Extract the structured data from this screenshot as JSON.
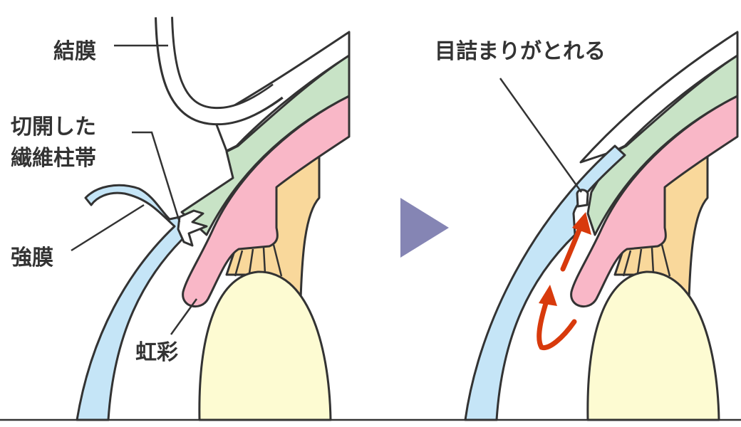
{
  "labels": {
    "conjunctiva": "結膜",
    "incised_line1": "切開した",
    "incised_line2": "繊維柱帯",
    "sclera": "強膜",
    "iris": "虹彩",
    "unclogged": "目詰まりがとれる"
  },
  "colors": {
    "conjunctiva": "#ffffff",
    "tenon_green": "#c8e3c6",
    "iris_pink": "#f9b7c7",
    "ciliary_orange": "#f9d89b",
    "lens_yellow": "#fdfbd2",
    "sclera_blue": "#c5e5f7",
    "arrow_red": "#d83a0c",
    "triangle": "#8585b4",
    "outline": "#333333"
  }
}
